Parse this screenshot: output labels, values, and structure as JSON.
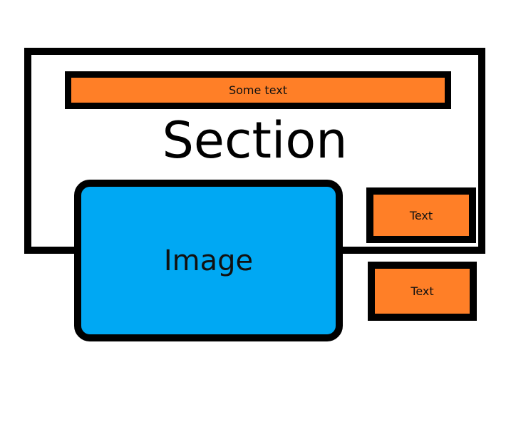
{
  "diagram": {
    "top_bar_text": "Some text",
    "section_title": "Section",
    "image_label": "Image",
    "text_box_1": "Text",
    "text_box_2": "Text"
  },
  "colors": {
    "orange": "#FF7F27",
    "blue": "#00A8F3",
    "border": "#000000",
    "background": "#FFFFFF"
  }
}
